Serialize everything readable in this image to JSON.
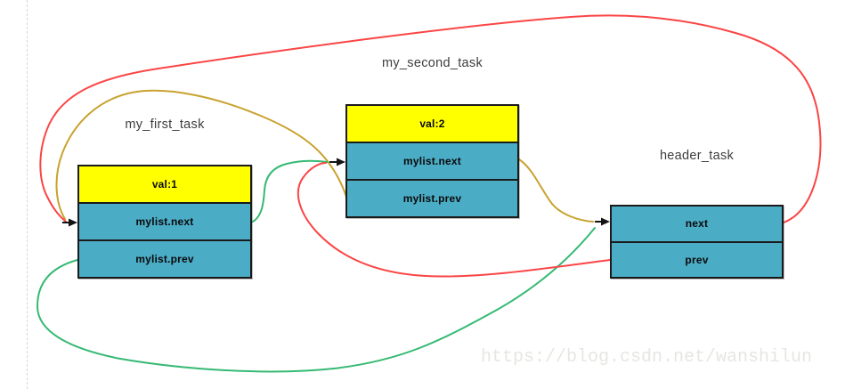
{
  "diagram": {
    "nodes": [
      {
        "id": "my_first_task",
        "title": "my_first_task",
        "rows": [
          {
            "label": "val:1",
            "type": "value"
          },
          {
            "label": "mylist.next",
            "type": "pointer"
          },
          {
            "label": "mylist.prev",
            "type": "pointer"
          }
        ]
      },
      {
        "id": "my_second_task",
        "title": "my_second_task",
        "rows": [
          {
            "label": "val:2",
            "type": "value"
          },
          {
            "label": "mylist.next",
            "type": "pointer"
          },
          {
            "label": "mylist.prev",
            "type": "pointer"
          }
        ]
      },
      {
        "id": "header_task",
        "title": "header_task",
        "rows": [
          {
            "label": "next",
            "type": "pointer"
          },
          {
            "label": "prev",
            "type": "pointer"
          }
        ]
      }
    ],
    "edges": [
      {
        "id": "yellow-second-prev-to-first-next",
        "color": "yellow",
        "from": "my_second_task.mylist.prev",
        "to": "my_first_task.mylist.next"
      },
      {
        "id": "yellow-second-next-to-header-next",
        "color": "yellow",
        "from": "my_second_task.mylist.next",
        "to": "header_task.next"
      },
      {
        "id": "green-first-next-to-second-next",
        "color": "green",
        "from": "my_first_task.mylist.next",
        "to": "my_second_task.mylist.next"
      },
      {
        "id": "green-first-prev-to-header-next",
        "color": "green",
        "from": "my_first_task.mylist.prev",
        "to": "header_task.next"
      },
      {
        "id": "red-header-next-to-first-next",
        "color": "red",
        "from": "header_task.next",
        "to": "my_first_task.mylist.next"
      },
      {
        "id": "red-header-prev-to-second-next",
        "color": "red",
        "from": "header_task.prev",
        "to": "my_second_task.mylist.next"
      }
    ]
  },
  "colors": {
    "red": "#fb4545",
    "yellow": "#c9a22f",
    "green": "#36b974",
    "cell_value_bg": "#ffff00",
    "cell_pointer_bg": "#4bacc6",
    "border": "#1a1a1a",
    "arrow": "#141414",
    "watermark_text": "#e6e6e2",
    "margin_line": "#d6d6d6"
  },
  "watermark": {
    "text": "https://blog.csdn.net/wanshilun"
  }
}
